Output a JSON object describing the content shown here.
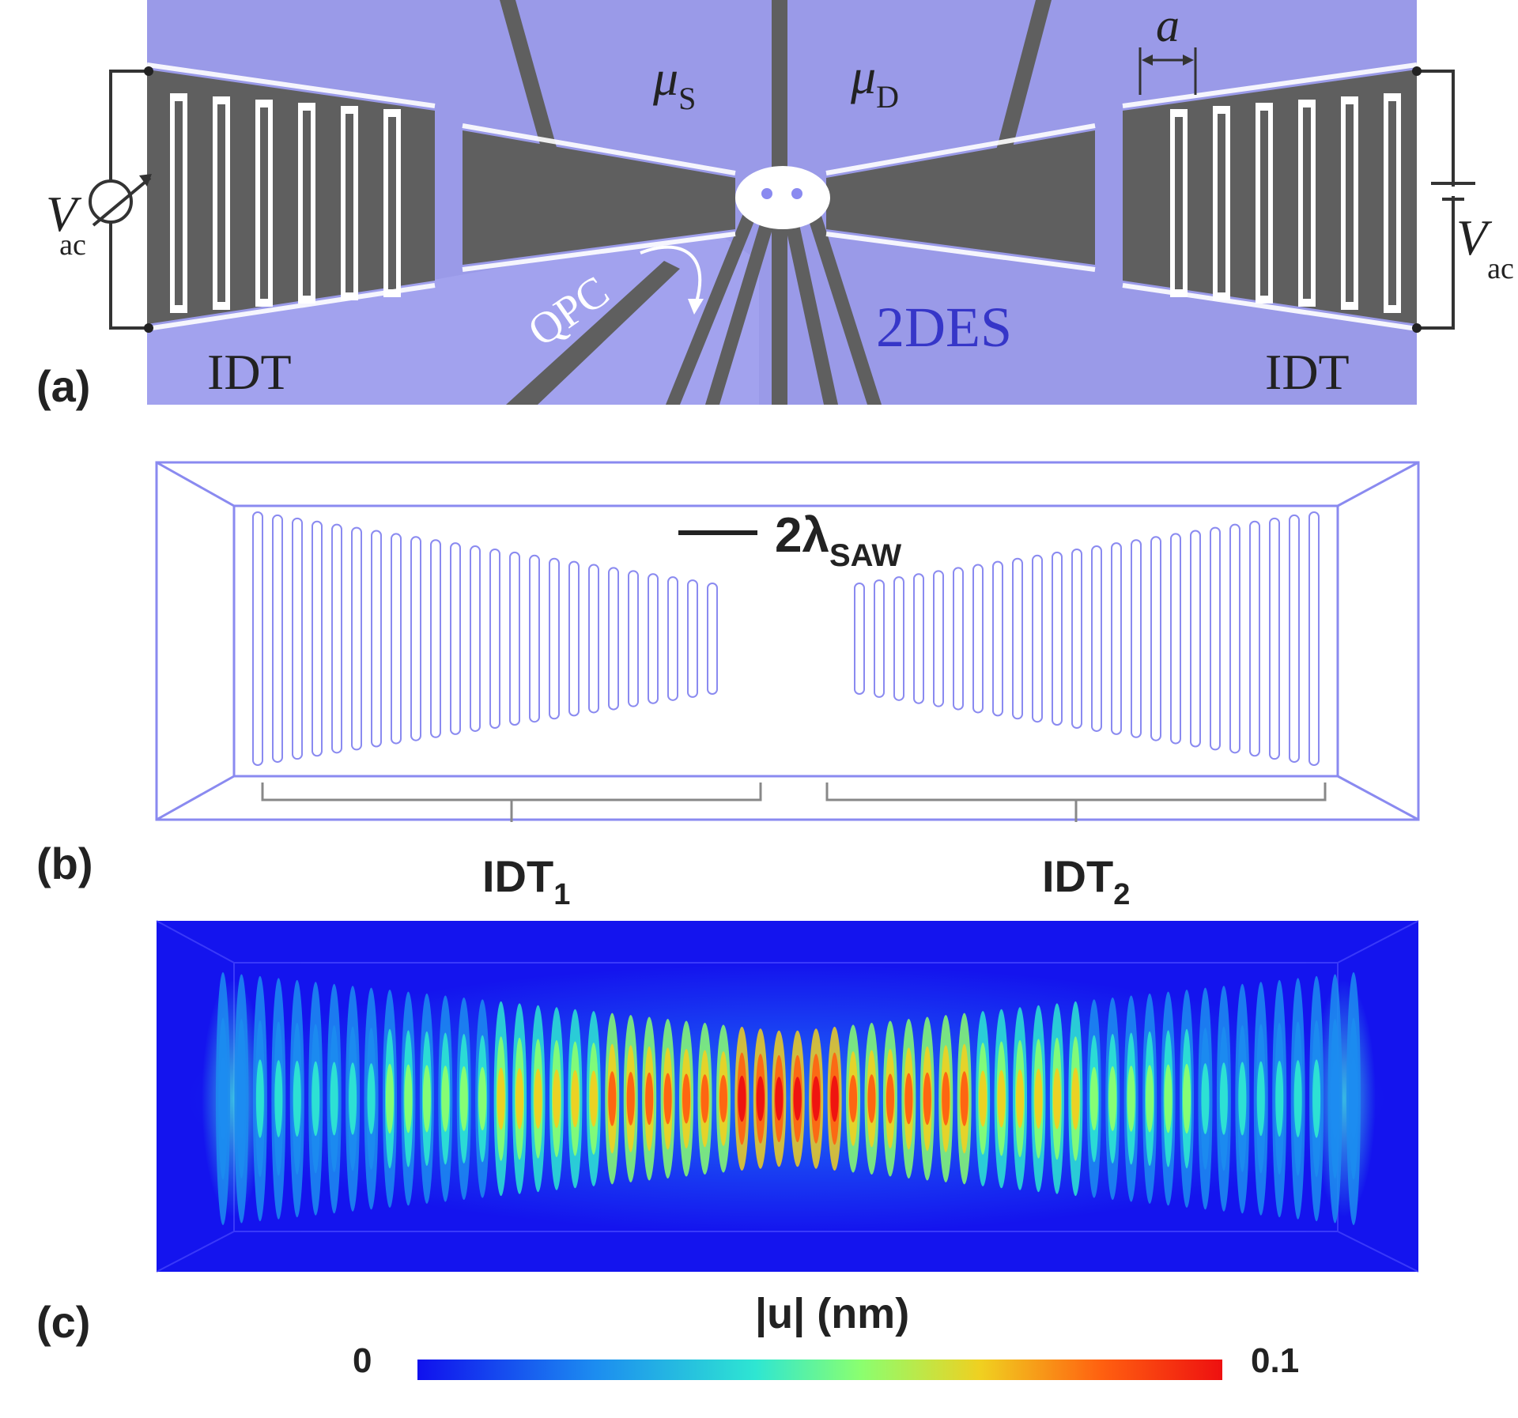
{
  "panels": {
    "a": {
      "label": "(a)",
      "idt_left": "IDT",
      "idt_right": "IDT",
      "vac_left_main": "V",
      "vac_left_sub": "ac",
      "vac_right_main": "V",
      "vac_right_sub": "ac",
      "mu_s_main": "μ",
      "mu_s_sub": "S",
      "mu_d_main": "μ",
      "mu_d_sub": "D",
      "qpc": "QPC",
      "des": "2DES",
      "period": "a"
    },
    "b": {
      "label": "(b)",
      "scale_main": "2λ",
      "scale_sub": "SAW",
      "idt1_main": "IDT",
      "idt1_sub": "1",
      "idt2_main": "IDT",
      "idt2_sub": "2"
    },
    "c": {
      "label": "(c)",
      "colorbar_title": "|u| (nm)",
      "colorbar_min": "0",
      "colorbar_max": "0.1"
    }
  },
  "colors": {
    "substrate": "#9a9ae8",
    "metal": "#5f5f5f",
    "outline": "#8a8af0",
    "field_bg": "#1414ee",
    "cmap": [
      "#1010ee",
      "#1c8cf0",
      "#2ee6d2",
      "#8aff70",
      "#f0d020",
      "#ff6010",
      "#ee1010"
    ]
  }
}
